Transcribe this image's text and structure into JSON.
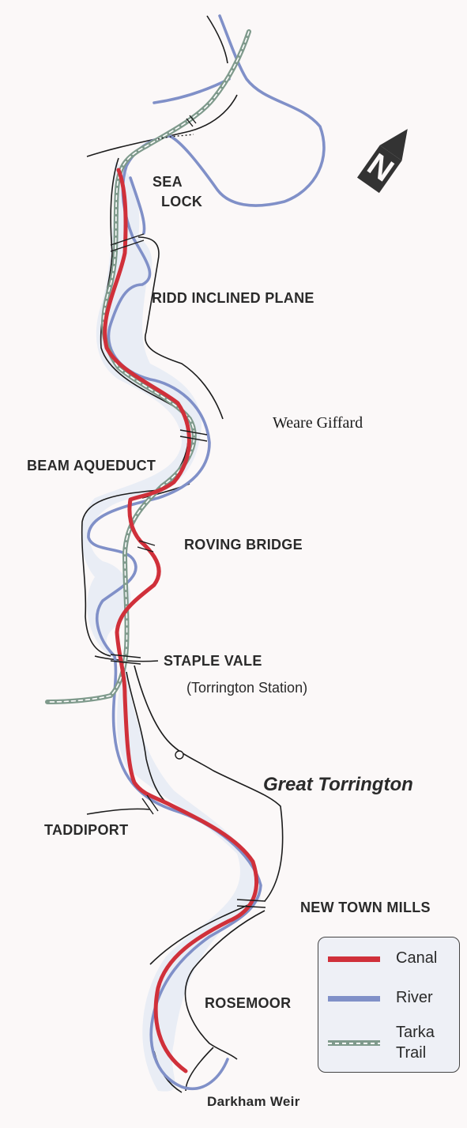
{
  "places": {
    "sea_lock_1": "SEA",
    "sea_lock_2": "LOCK",
    "ridd_inclined_plane": "RIDD INCLINED PLANE",
    "weare_giffard": "Weare Giffard",
    "beam_aqueduct": "BEAM AQUEDUCT",
    "roving_bridge": "ROVING BRIDGE",
    "staple_vale": "STAPLE VALE",
    "torrington_station": "(Torrington Station)",
    "great_torrington": "Great Torrington",
    "taddiport": "TADDIPORT",
    "new_town_mills": "NEW TOWN MILLS",
    "rosemoor": "ROSEMOOR",
    "darkham_weir": "Darkham Weir"
  },
  "legend": {
    "canal": "Canal",
    "river": "River",
    "tarka_1": "Tarka",
    "tarka_2": "Trail"
  },
  "north_arrow": "N",
  "colors": {
    "canal": "#d0303a",
    "river": "#8090c8",
    "tarka_trail": "#7f9a8c",
    "outline": "#1a1a1a",
    "valley_fill": "#e8ecf4"
  }
}
